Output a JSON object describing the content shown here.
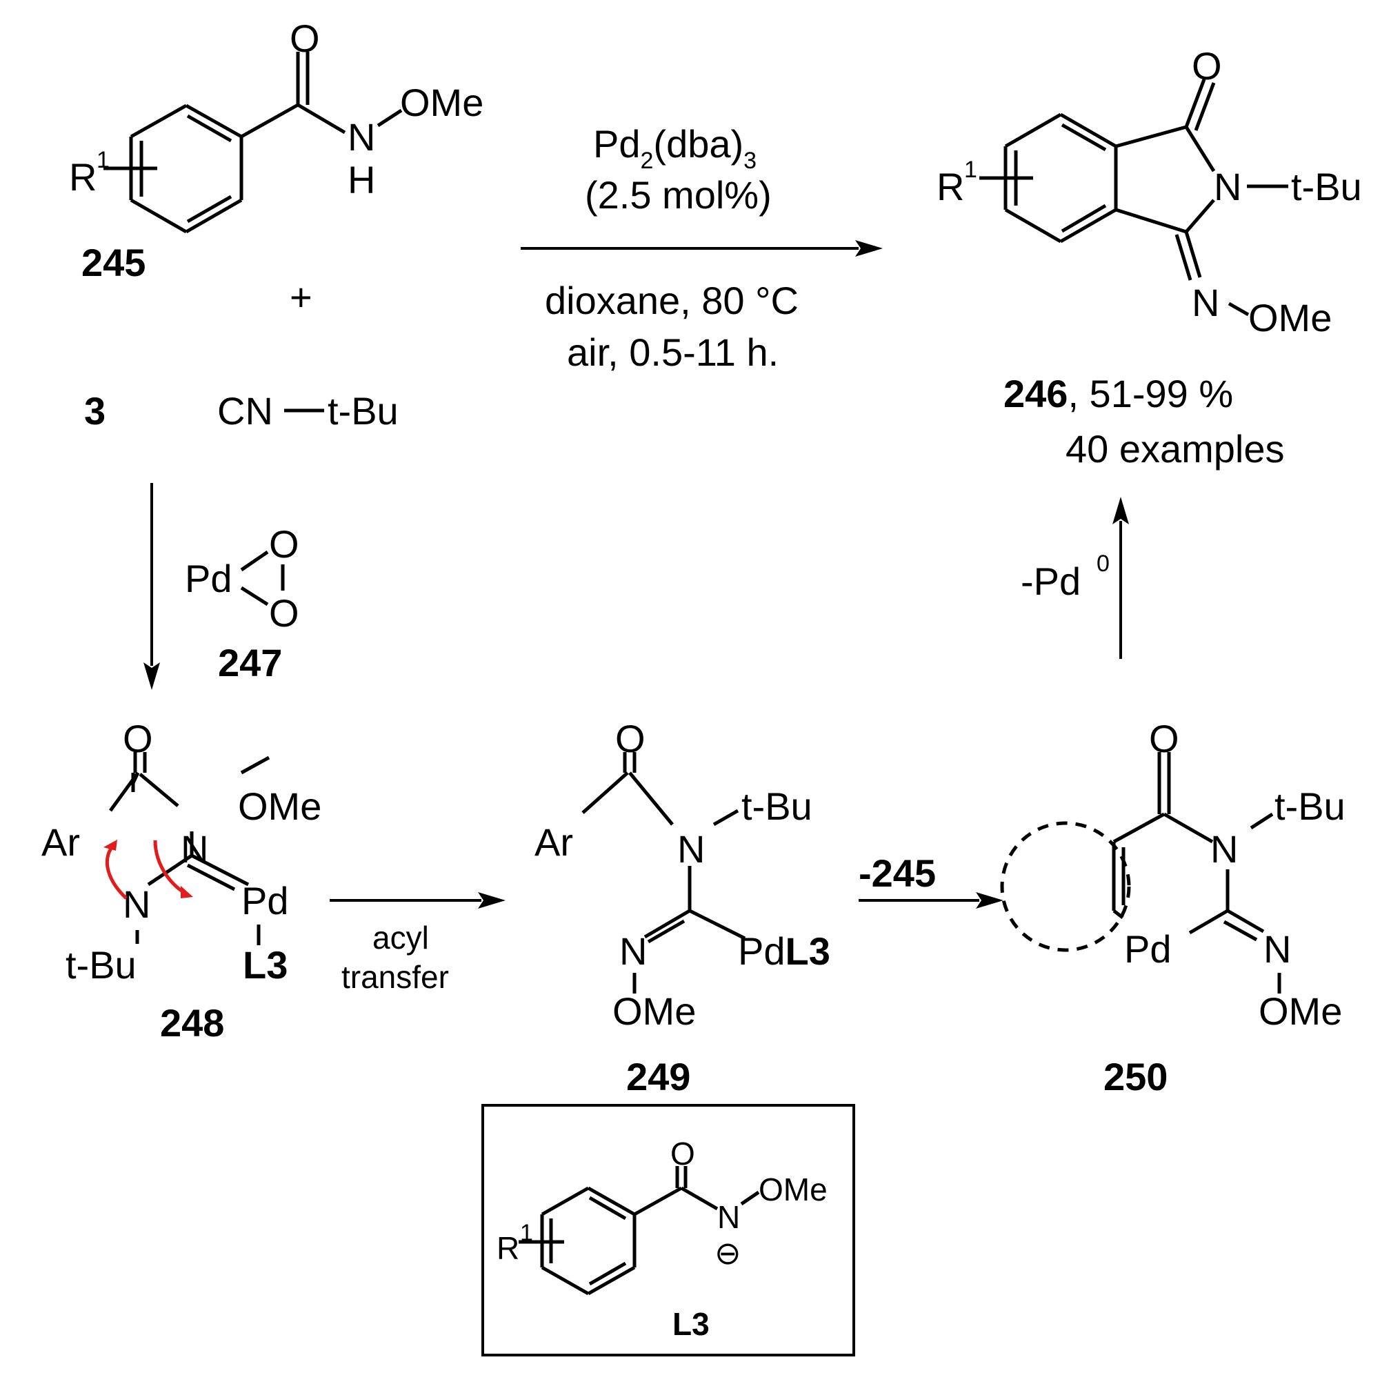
{
  "compounds": {
    "c245": "245",
    "c3": "3",
    "c247": "247",
    "c248": "248",
    "c249": "249",
    "c250": "250",
    "c246": "246",
    "L3": "L3"
  },
  "atoms": {
    "O": "O",
    "N": "N",
    "H": "H",
    "OMe": "OMe",
    "R": "R",
    "sup1": "1",
    "sup0": "0",
    "tBu": "t-Bu",
    "CN": "CN",
    "Ar": "Ar",
    "Pd": "Pd",
    "minus": "⊖",
    "plus": "+"
  },
  "conditions": {
    "cat_pd": "Pd",
    "cat_sub2": "2",
    "cat_dba": "(dba)",
    "cat_sub3": "3",
    "cat_loading": "(2.5 mol%)",
    "solvent_temp": "dioxane, 80 °C",
    "atmosphere_time": "air, 0.5-11 h.",
    "acyl": "acyl",
    "transfer": "transfer",
    "minus245": "-245",
    "minusPd": "-Pd"
  },
  "product": {
    "yield": ", 51-99 %",
    "examples": "40 examples"
  }
}
